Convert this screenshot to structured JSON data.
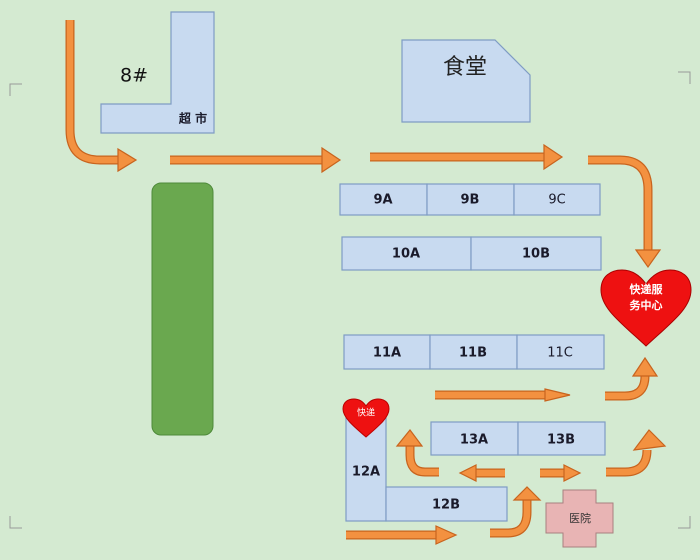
{
  "labels": {
    "building_8": "8#",
    "supermarket": "超 市",
    "canteen": "食堂",
    "b9a": "9A",
    "b9b": "9B",
    "b9c": "9C",
    "b10a": "10A",
    "b10b": "10B",
    "b11a": "11A",
    "b11b": "11B",
    "b11c": "11C",
    "b12a": "12A",
    "b12b": "12B",
    "b13a": "13A",
    "b13b": "13B",
    "express_center_line1": "快递服",
    "express_center_line2": "务中心",
    "express_point": "快递",
    "hospital": "医院"
  },
  "colors": {
    "background": "#d4ead1",
    "building": "#c8daf0",
    "field": "#6aa84f",
    "arrow": "#f39140",
    "heart": "#ee1111",
    "hospital": "#e8b4b4"
  }
}
